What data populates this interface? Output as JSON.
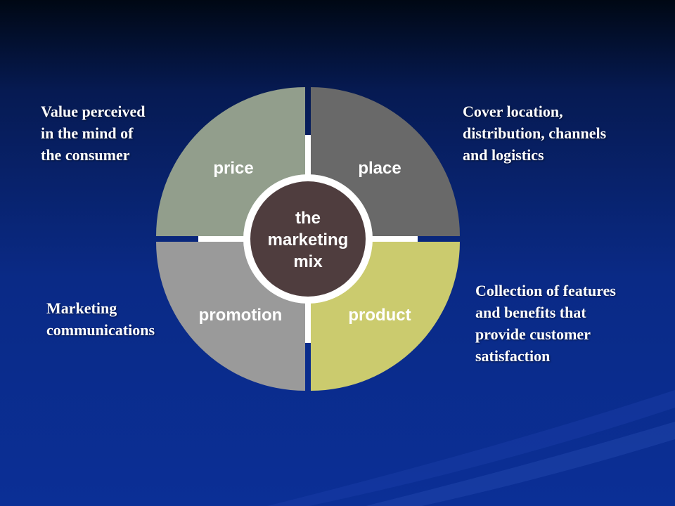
{
  "diagram": {
    "title": "the marketing mix",
    "hub": {
      "lines": [
        "the",
        "marketing",
        "mix"
      ]
    },
    "segments": [
      {
        "id": "price",
        "label": "price",
        "color": "#929e8c"
      },
      {
        "id": "place",
        "label": "place",
        "color": "#696969"
      },
      {
        "id": "promotion",
        "label": "promotion",
        "color": "#9a9a9a"
      },
      {
        "id": "product",
        "label": "product",
        "color": "#cbcb6e"
      }
    ],
    "hub_color": "#4f3d3e"
  },
  "annotations": {
    "price": "Value perceived\nin the mind of\nthe consumer",
    "place": "Cover location,\ndistribution, channels\nand logistics",
    "promotion": "Marketing\ncommunications",
    "product": "Collection of features\nand benefits that\nprovide customer\nsatisfaction"
  }
}
